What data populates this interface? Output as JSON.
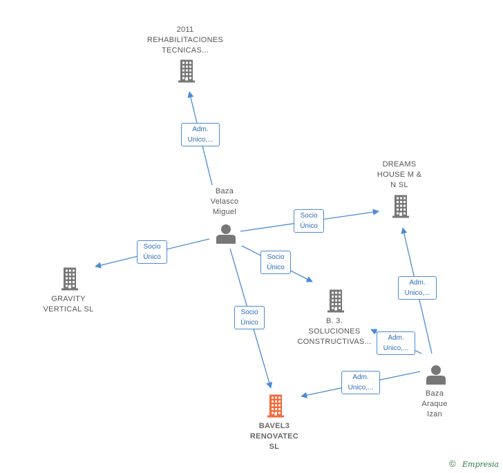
{
  "nodes": [
    {
      "id": "rehab",
      "type": "company",
      "lines": [
        "2011",
        "REHABILITACIONES",
        "TECNICAS..."
      ],
      "color": "#777777"
    },
    {
      "id": "dreams",
      "type": "company",
      "lines": [
        "DREAMS",
        "HOUSE M &",
        "N  SL"
      ],
      "color": "#777777"
    },
    {
      "id": "gravity",
      "type": "company",
      "lines": [
        "GRAVITY",
        "VERTICAL  SL"
      ],
      "color": "#777777"
    },
    {
      "id": "b3",
      "type": "company",
      "lines": [
        "B. 3.",
        "SOLUCIONES",
        "CONSTRUCTIVAS..."
      ],
      "color": "#777777"
    },
    {
      "id": "bavel",
      "type": "company",
      "lines": [
        "BAVEL3",
        "RENOVATEC",
        "SL"
      ],
      "color": "#f26a3a",
      "highlight": true
    },
    {
      "id": "velasco",
      "type": "person",
      "lines": [
        "Baza",
        "Velasco",
        "Miguel"
      ],
      "color": "#777777"
    },
    {
      "id": "araque",
      "type": "person",
      "lines": [
        "Baza",
        "Araque",
        "Izan"
      ],
      "color": "#777777"
    }
  ],
  "edges": [
    {
      "id": "e1",
      "from": "velasco",
      "to": "rehab",
      "label": [
        "Adm.",
        "Unico,..."
      ]
    },
    {
      "id": "e2",
      "from": "velasco",
      "to": "dreams",
      "label": [
        "Socio",
        "Único"
      ]
    },
    {
      "id": "e3",
      "from": "velasco",
      "to": "gravity",
      "label": [
        "Socio",
        "Único"
      ]
    },
    {
      "id": "e4",
      "from": "velasco",
      "to": "b3",
      "label": [
        "Socio",
        "Único"
      ]
    },
    {
      "id": "e5",
      "from": "velasco",
      "to": "bavel",
      "label": [
        "Socio",
        "Único"
      ]
    },
    {
      "id": "e6",
      "from": "araque",
      "to": "dreams",
      "label": [
        "Adm.",
        "Unico,..."
      ]
    },
    {
      "id": "e7",
      "from": "araque",
      "to": "b3",
      "label": [
        "Adm.",
        "Unico,..."
      ]
    },
    {
      "id": "e8",
      "from": "araque",
      "to": "bavel",
      "label": [
        "Adm.",
        "Unico,..."
      ]
    }
  ],
  "edge_color": "#4a8ad4",
  "footer": {
    "copyright": "©",
    "brand": "Empresia"
  }
}
